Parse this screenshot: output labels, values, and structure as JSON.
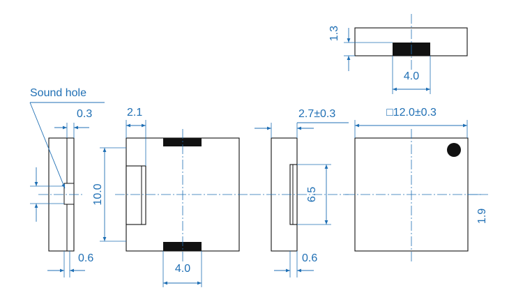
{
  "labels": {
    "sound_hole": "Sound hole"
  },
  "dimensions": {
    "top_view_height": "1.3",
    "top_view_pad_width": "4.0",
    "left_wall_thickness": "0.3",
    "left_bottom_thickness": "0.6",
    "pad_depth": "2.1",
    "body_height": "10.0",
    "bottom_pad_width": "4.0",
    "body_thickness": "2.7±0.3",
    "pad_height": "6.5",
    "right_bottom_thickness": "0.6",
    "body_size": "□12.0±0.3",
    "marker_offset": "1.9"
  },
  "colors": {
    "dimension": "#1f6fb4",
    "outline": "#111111",
    "pad": "#111111",
    "background": "#ffffff"
  }
}
